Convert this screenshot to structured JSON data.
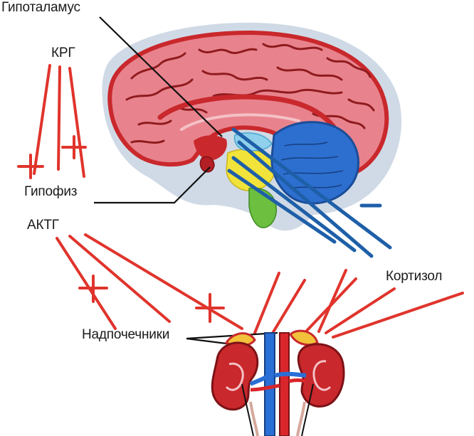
{
  "labels": {
    "hypothalamus": "Гипоталамус",
    "crh": "КРГ",
    "pituitary": "Гипофиз",
    "acth": "АКТГ",
    "adrenals": "Надпочечники",
    "cortisol": "Кортизол"
  },
  "colors": {
    "stimulation_arrow": "#e0342c",
    "inhibition_arrow": "#1e5fa8",
    "brain_cortex": "#e8838d",
    "brain_outline": "#c9282c",
    "cerebellum": "#2d6fcf",
    "kidney": "#c9282c",
    "vessel_blue": "#2a6fd6",
    "halo": "#c8d3e2"
  },
  "symbols": {
    "plus": "plus-sign-icon",
    "minus": "minus-sign-icon"
  }
}
